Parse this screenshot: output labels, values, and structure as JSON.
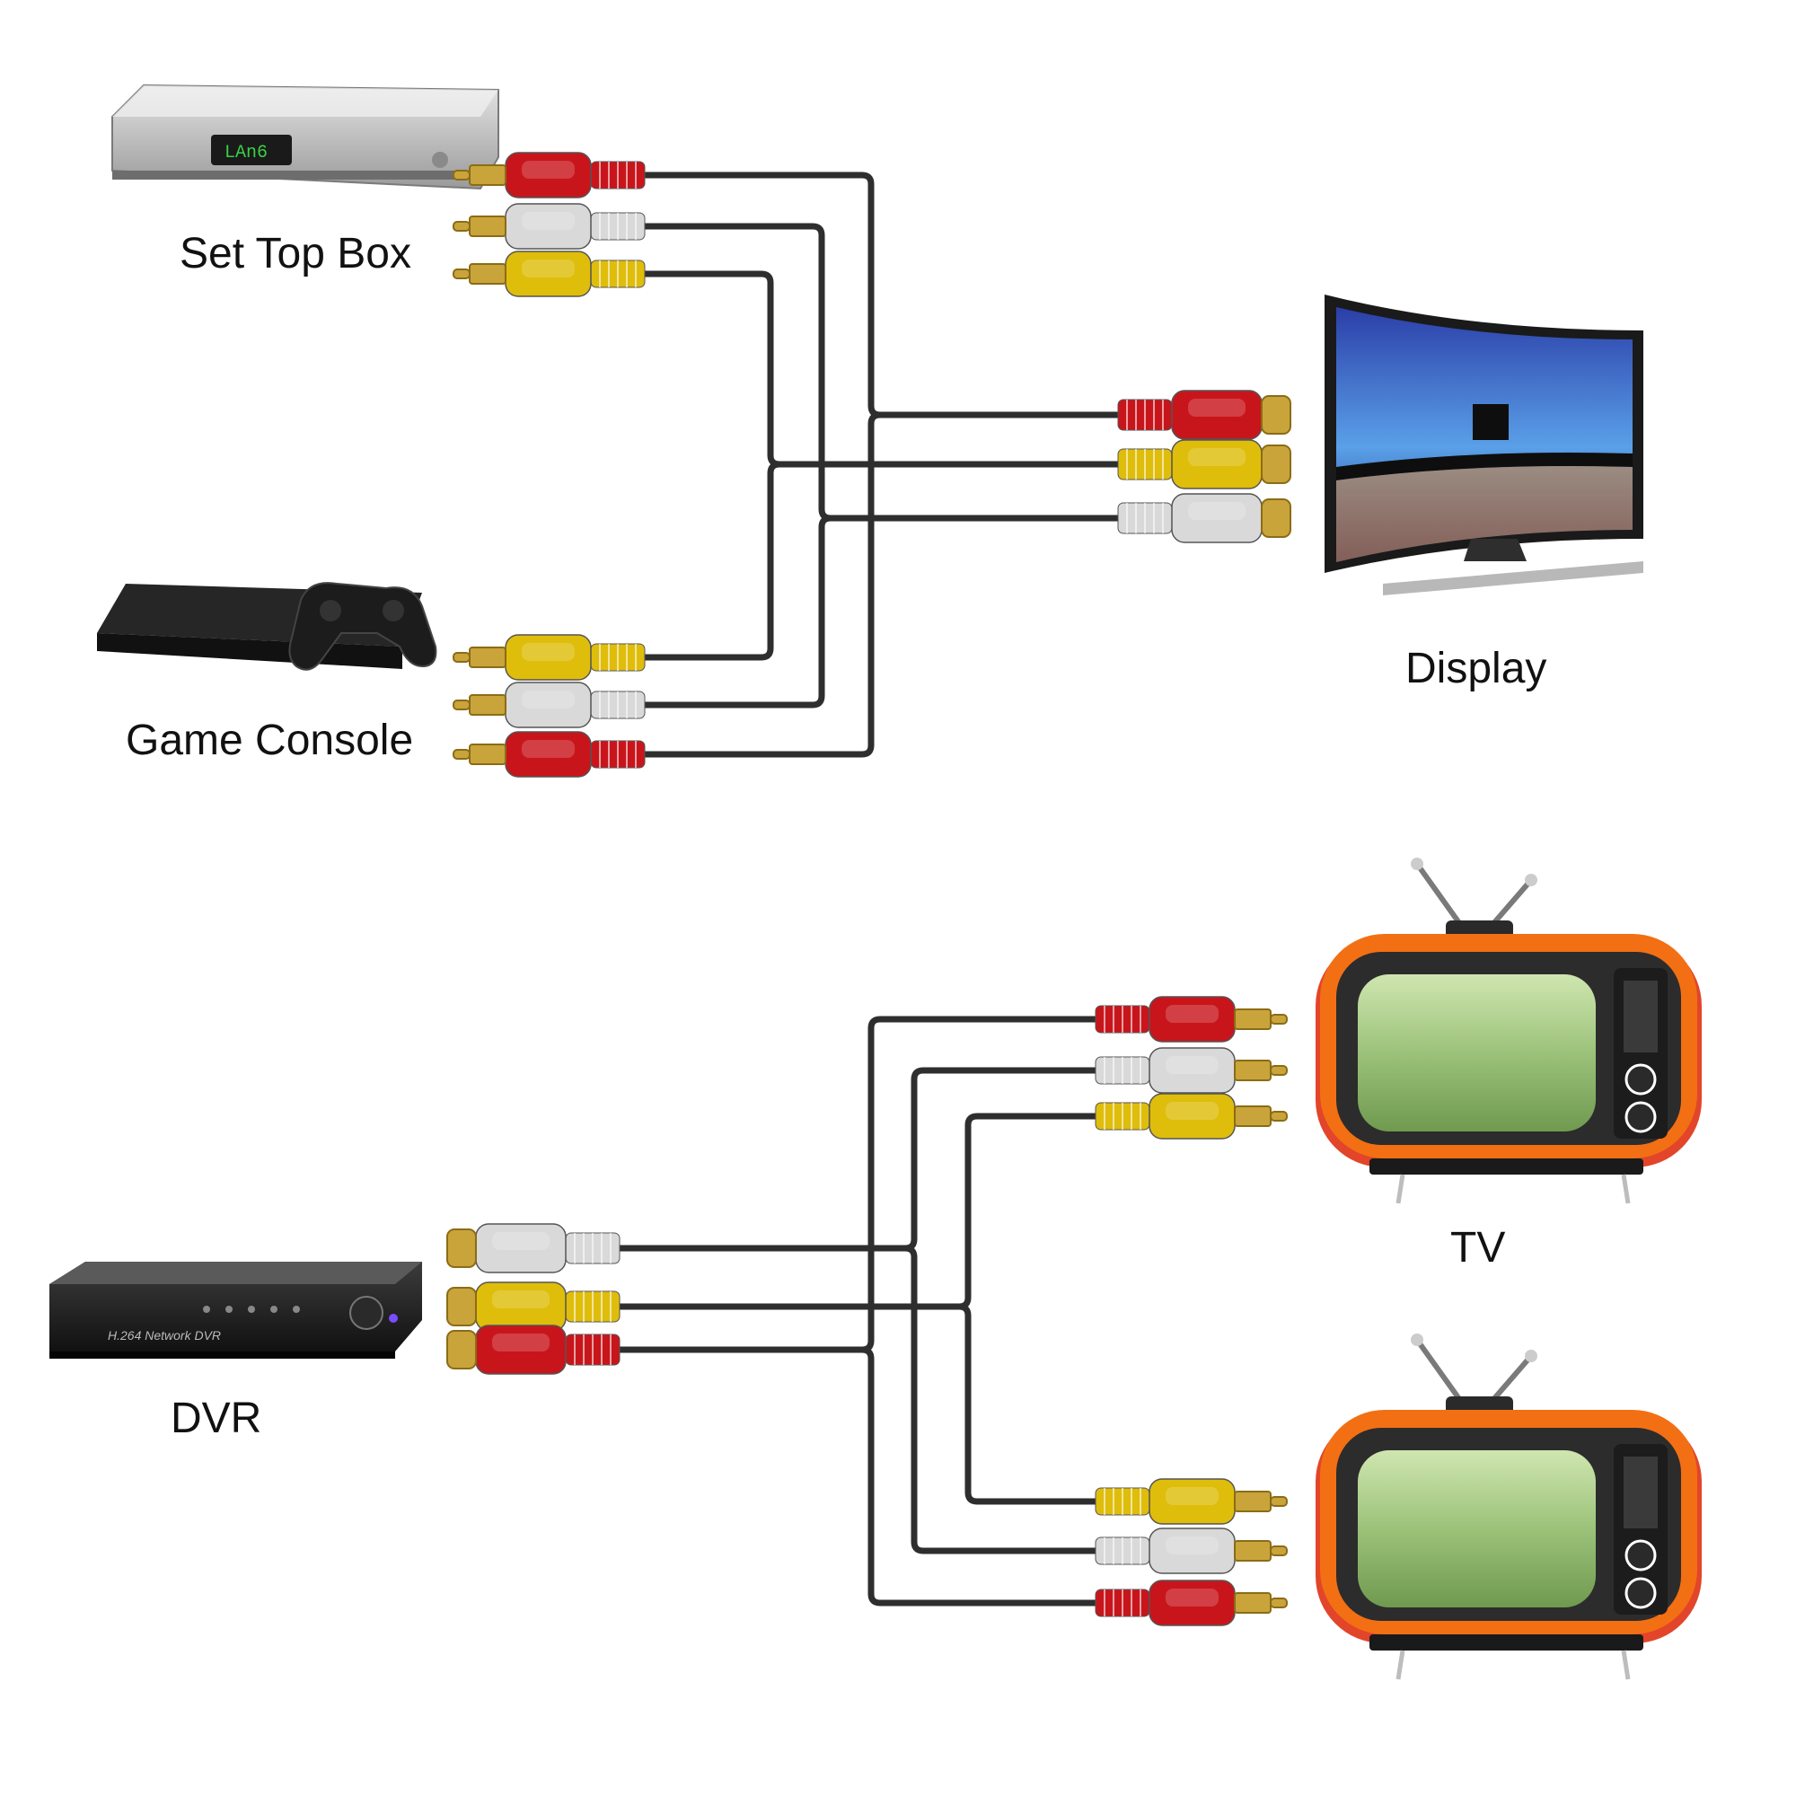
{
  "labels": {
    "set_top_box": "Set Top Box",
    "game_console": "Game Console",
    "display": "Display",
    "dvr": "DVR",
    "tv": "TV"
  },
  "devices": {
    "set_top_box_display_text": "LAn6",
    "dvr_model_text": "H.264 Network DVR"
  },
  "colors": {
    "red": "#c8151b",
    "white": "#d9d9d9",
    "yellow": "#dfbd0b",
    "cable": "#2e2e2e",
    "gold": "#c9a43b",
    "tv_orange": "#f36f14",
    "tv_screen": "#8fb46a"
  },
  "connections": [
    {
      "from": "set_top_box",
      "to": "display",
      "signals": [
        "red",
        "white",
        "yellow"
      ]
    },
    {
      "from": "game_console",
      "to": "display",
      "signals": [
        "yellow",
        "white",
        "red"
      ]
    },
    {
      "from": "dvr",
      "to": "tv",
      "signals": [
        "red",
        "white",
        "yellow"
      ]
    },
    {
      "from": "dvr",
      "to": "tv",
      "signals": [
        "yellow",
        "white",
        "red"
      ]
    }
  ]
}
